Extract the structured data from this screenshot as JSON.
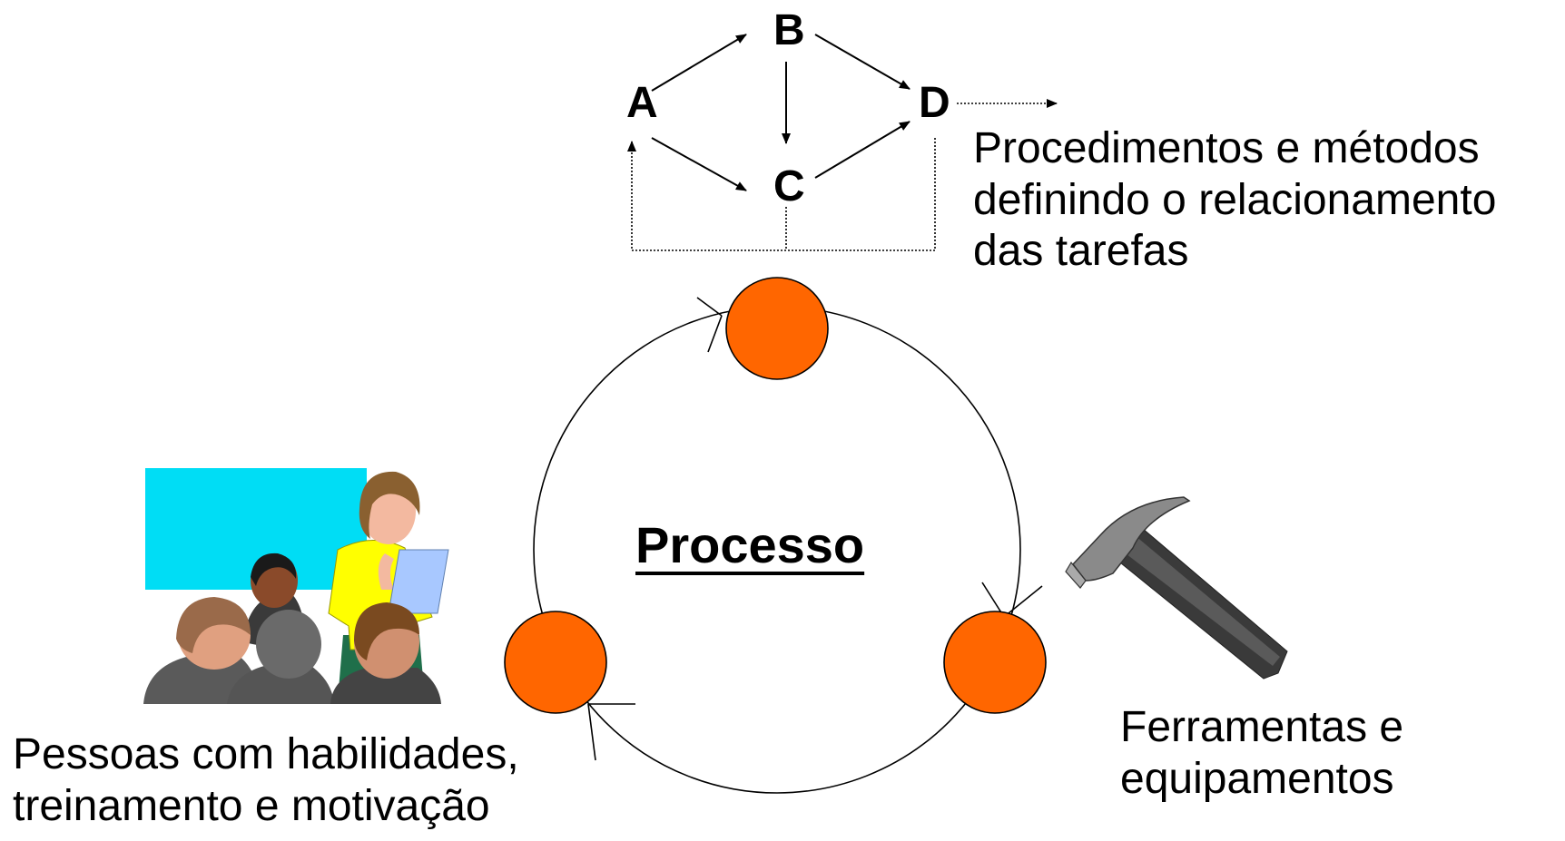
{
  "flow_nodes": [
    "A",
    "B",
    "C",
    "D"
  ],
  "process_label": "Processo",
  "procedures_caption": "Procedimentos e métodos\ndefinindo o relacionamento\ndas tarefas",
  "tools_caption": "Ferramentas e\nequipamentos",
  "people_caption": "Pessoas com habilidades,\ntreinamento e motivação",
  "colors": {
    "circle_fill": "#ff6600",
    "screen": "#00ddf5",
    "shirt": "#ffff00",
    "paper": "#a8c8ff",
    "hammer_head": "#8a8a8a",
    "hammer_handle": "#3a3a3a"
  },
  "icons": [
    "task-flow-diagram",
    "presenter-audience-clipart",
    "hammer-icon"
  ]
}
